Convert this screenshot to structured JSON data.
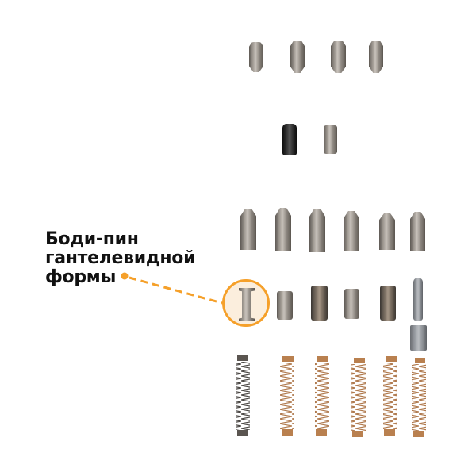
{
  "callout": {
    "lines": [
      "Боди-пин",
      "гантелевидной",
      "формы"
    ],
    "accent_color": "#f5a02a",
    "target": "dumbbell-shaped body pin"
  },
  "rows": [
    {
      "name": "top-row-bullet-pins",
      "count": 4
    },
    {
      "name": "middle-small-pins",
      "count": 2,
      "items": [
        "black pin",
        "silver pin"
      ]
    },
    {
      "name": "pointed-pins-row",
      "count": 6
    },
    {
      "name": "body-pins-row",
      "count": 6,
      "highlighted_index": 0
    },
    {
      "name": "springs-row",
      "count": 6
    }
  ]
}
